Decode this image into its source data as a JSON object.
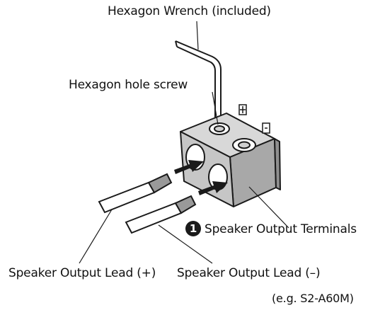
{
  "labels": {
    "wrench": "Hexagon Wrench (included)",
    "screw": "Hexagon hole screw",
    "terminals_number": "1",
    "terminals": "Speaker Output Terminals",
    "lead_plus": "Speaker Output Lead (+)",
    "lead_minus": "Speaker Output Lead (–)",
    "model_note": "(e.g. S2-A60M)"
  },
  "icons": [
    "hexagon-wrench-icon",
    "terminal-block-icon",
    "speaker-lead-icon",
    "insertion-arrow-icon",
    "plus-polarity-icon",
    "minus-polarity-icon"
  ],
  "colors": {
    "block": "#c6c6c6",
    "block_top": "#d8d8d8",
    "block_side": "#a8a8a8",
    "line": "#1a1a1a"
  }
}
